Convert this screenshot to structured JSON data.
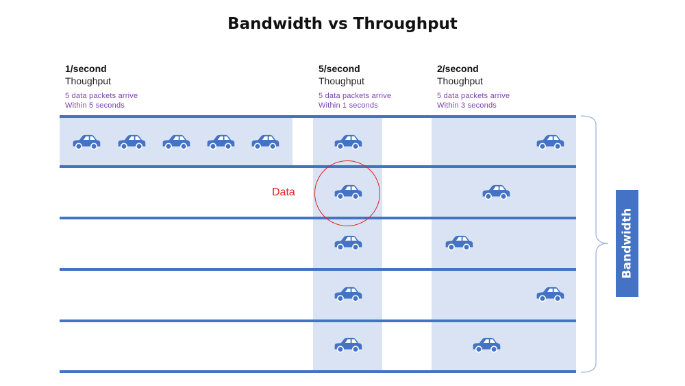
{
  "title": "Bandwidth vs Throughput",
  "groups": [
    {
      "rate": "1/second",
      "kind": "Thoughput",
      "note1": "5 data packets arrive",
      "note2": "Within 5 seconds"
    },
    {
      "rate": "5/second",
      "kind": "Thoughput",
      "note1": "5 data packets arrive",
      "note2": "Within 1 seconds"
    },
    {
      "rate": "2/second",
      "kind": "Thoughput",
      "note1": "5 data packets arrive",
      "note2": "Within 3 seconds"
    }
  ],
  "data_label": "Data",
  "bandwidth_label": "Bandwidth",
  "icons": {
    "packet": "car-icon"
  },
  "colors": {
    "lane": "#4472c4",
    "shade": "#dae3f3",
    "highlight": "#e02020",
    "note": "#7b3fb0"
  }
}
